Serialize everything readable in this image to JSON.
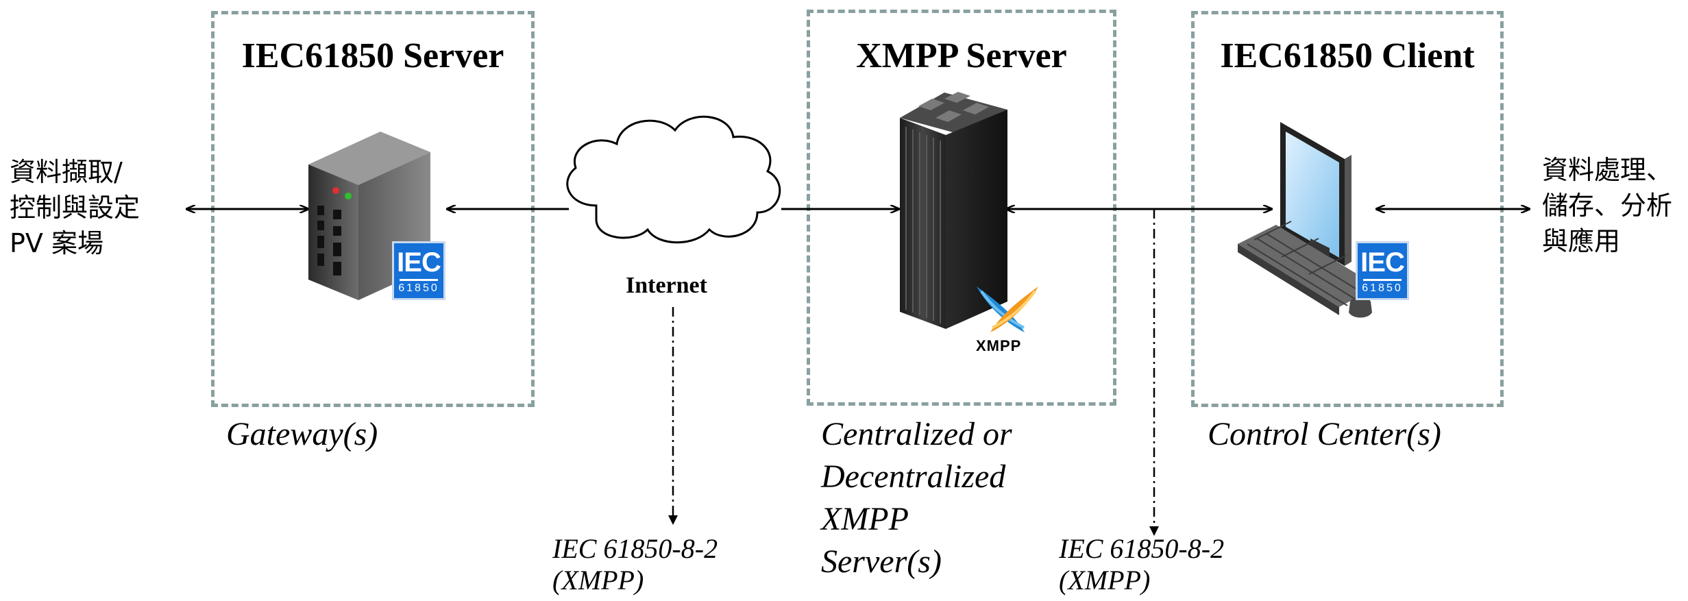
{
  "boxes": {
    "server": {
      "title": "IEC61850 Server",
      "caption": "Gateway(s)"
    },
    "xmpp": {
      "title": "XMPP Server",
      "caption_lines": [
        "Centralized or",
        "Decentralized",
        "XMPP",
        "Server(s)"
      ]
    },
    "client": {
      "title": "IEC61850 Client",
      "caption": "Control Center(s)"
    }
  },
  "left_text": [
    "資料擷取/",
    "控制與設定",
    "PV 案場"
  ],
  "right_text": [
    "資料處理、",
    "儲存、分析",
    "與應用"
  ],
  "internet_label": "Internet",
  "protocol_labels": [
    {
      "line1": "IEC 61850-8-2",
      "line2": "(XMPP)"
    },
    {
      "line1": "IEC 61850-8-2",
      "line2": "(XMPP)"
    }
  ],
  "iec_badge": {
    "big": "IEC",
    "small": "61850"
  },
  "xmpp_logo_text": "XMPP",
  "colors": {
    "dashed_border": "#8aa0a0",
    "iec_blue": "#1570d8",
    "arrow": "#000000"
  }
}
